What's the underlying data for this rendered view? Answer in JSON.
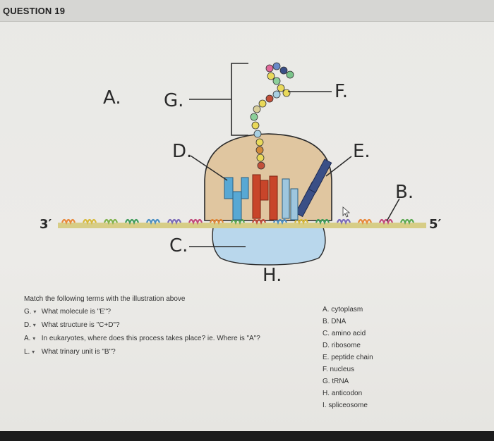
{
  "header": {
    "title": "QUESTION 19"
  },
  "figure": {
    "labels": {
      "a": "A.",
      "g": "G.",
      "f": "F.",
      "d": "D.",
      "e": "E.",
      "b": "B.",
      "c": "C.",
      "h": "H.",
      "three_prime": "3′",
      "five_prime": "5′"
    }
  },
  "instructions": "Match the following terms with the illustration above",
  "matching": [
    {
      "selected": "G.",
      "prompt": "What molecule is \"E\"?"
    },
    {
      "selected": "D.",
      "prompt": "What structure is \"C+D\"?"
    },
    {
      "selected": "A.",
      "prompt": "In eukaryotes, where does this process takes place? ie. Where is \"A\"?"
    },
    {
      "selected": "L.",
      "prompt": "What trinary unit is \"B\"?"
    }
  ],
  "options": [
    "A. cytoplasm",
    "B. DNA",
    "C. amino acid",
    "D. ribosome",
    "E. peptide chain",
    "F. nucleus",
    "G. tRNA",
    "H. anticodon",
    "I. spliceosome"
  ],
  "colors": {
    "ribosome_large": "#e0c6a0",
    "ribosome_small": "#bcd8ec",
    "mrna_base": "#d9cf8a",
    "trna_blue": "#58a8d4",
    "trna_red": "#c8452a",
    "trna_navy": "#3a4f86"
  }
}
